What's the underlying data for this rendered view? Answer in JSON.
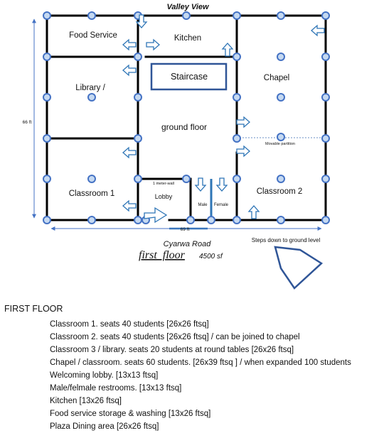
{
  "header": {
    "street_top": "Valley View"
  },
  "rooms": {
    "food_service": "Food Service",
    "kitchen": "Kitchen",
    "library": "Library /",
    "staircase": "Staircase",
    "chapel": "Chapel",
    "ground_floor": "ground floor",
    "movable_partition": "Movable partition",
    "meter_wall": "1 meter-wall",
    "lobby": "Lobby",
    "male": "Male",
    "female": "Female",
    "classroom1": "Classroom 1",
    "classroom2": "Classroom 2"
  },
  "dimensions": {
    "height": "66 ft",
    "width": "69 ft"
  },
  "footer": {
    "street_bottom": "Cyarwa Road",
    "steps": "Steps down to ground level",
    "floor_title": "first  floor",
    "area": "4500 sf"
  },
  "notes": {
    "title": "FIRST FLOOR",
    "items": [
      "Classroom 1. seats 40 students  [26x26 ftsq]",
      "Classroom 2. seats 40 students  [26x26 ftsq] / can be joined to chapel",
      "Classroom 3 / library. seats 20 students at round tables [26x26 ftsq]",
      "Chapel / classroom. seats 60 students. [26x39 ftsq ] / when expanded 100 students",
      "Welcoming lobby. [13x13 ftsq]",
      "Male/felmale restrooms. [13x13 ftsq]",
      "Kitchen  [13x26 ftsq]",
      "Food service storage & washing  [13x26 ftsq]",
      "Plaza Dining area  [26x26 ftsq]"
    ]
  },
  "colors": {
    "wall": "#000000",
    "column_fill": "#c5d9f1",
    "column_stroke": "#4472c4",
    "accent": "#2e75b6",
    "arrow_fill": "#ffffff",
    "arrow_stroke": "#2e75b6"
  }
}
